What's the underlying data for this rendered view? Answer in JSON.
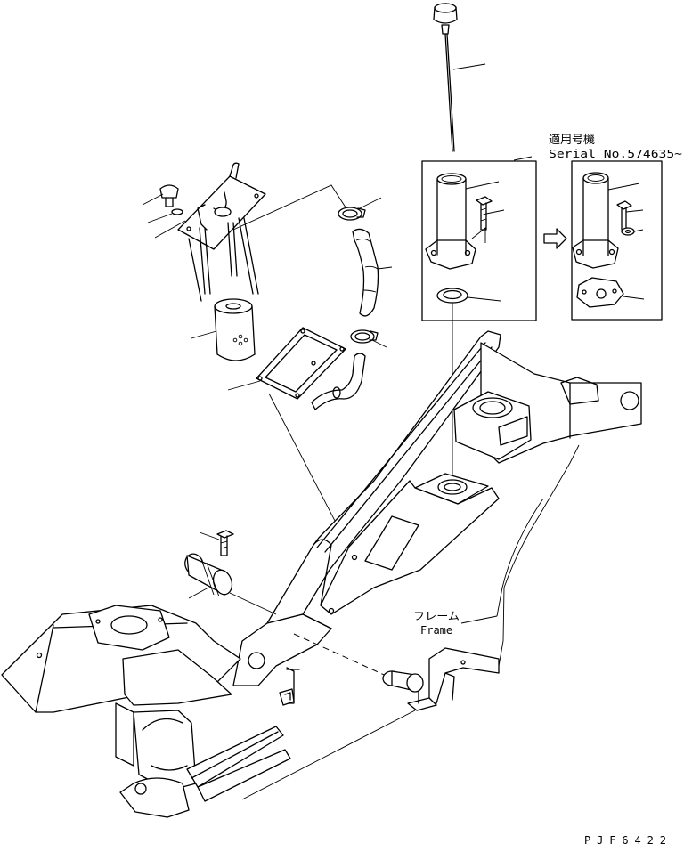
{
  "applicable_serial": {
    "line1": "適用号機",
    "line2": "Serial No.574635~"
  },
  "frame_label": {
    "japanese": "フレーム",
    "english": "Frame"
  },
  "drawing_code": "PJF6422",
  "colors": {
    "ink": "#000000",
    "background": "#ffffff"
  }
}
